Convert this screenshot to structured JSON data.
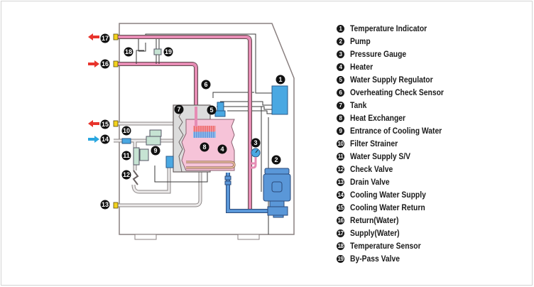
{
  "title": "Temperature Controller Water System Diagram",
  "colors": {
    "hot_pipe": "#e68cb4",
    "cold_pipe": "#5a97d8",
    "tank_pink": "#f6c3d8",
    "component_blue": "#4aa8e2",
    "valve_green": "#c6e3d3",
    "fitting_yellow": "#f2d21e",
    "arrow_red": "#e8342c",
    "arrow_blue": "#2aa7e0",
    "frame_gray": "#d4d4d4"
  },
  "legend": [
    {
      "num": "1",
      "label": "Temperature Indicator"
    },
    {
      "num": "2",
      "label": "Pump"
    },
    {
      "num": "3",
      "label": "Pressure Gauge"
    },
    {
      "num": "4",
      "label": "Heater"
    },
    {
      "num": "5",
      "label": "Water Supply Regulator"
    },
    {
      "num": "6",
      "label": "Overheating Check Sensor"
    },
    {
      "num": "7",
      "label": "Tank"
    },
    {
      "num": "8",
      "label": "Heat Exchanger"
    },
    {
      "num": "9",
      "label": "Entrance of Cooling Water"
    },
    {
      "num": "10",
      "label": "Filter Strainer"
    },
    {
      "num": "11",
      "label": "Water Supply S/V"
    },
    {
      "num": "12",
      "label": "Check Valve"
    },
    {
      "num": "13",
      "label": "Drain Valve"
    },
    {
      "num": "14",
      "label": "Cooling Water Supply"
    },
    {
      "num": "15",
      "label": "Cooling Water Return"
    },
    {
      "num": "16",
      "label": "Return(Water)"
    },
    {
      "num": "17",
      "label": "Supply(Water)"
    },
    {
      "num": "18",
      "label": "Temperature Sensor"
    },
    {
      "num": "19",
      "label": "By-Pass Valve"
    }
  ],
  "callouts": {
    "c1": "1",
    "c2": "2",
    "c3": "3",
    "c4": "4",
    "c5": "5",
    "c6": "6",
    "c7": "7",
    "c8": "8",
    "c9": "9",
    "c10": "10",
    "c11": "11",
    "c12": "12",
    "c13": "13",
    "c14": "14",
    "c15": "15",
    "c16": "16",
    "c17": "17",
    "c18": "18",
    "c19": "19"
  }
}
